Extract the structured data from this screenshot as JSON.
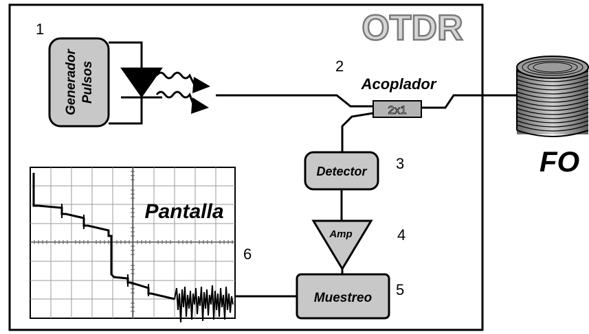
{
  "title": "OTDR",
  "labels": {
    "generator_line1": "Generador",
    "generator_line2": "Pulsos",
    "coupler": "Acoplador",
    "coupler_box": "2x1",
    "detector": "Detector",
    "amp": "Amp",
    "sampling": "Muestreo",
    "screen": "Pantalla",
    "fiber": "FO"
  },
  "numbers": {
    "n1": "1",
    "n2": "2",
    "n3": "3",
    "n4": "4",
    "n5": "5",
    "n6": "6"
  },
  "colors": {
    "block_fill": "#c8c8c8",
    "stroke": "#000000",
    "title_fill": "#d4d4d4",
    "fiber_fill": "#8a8a8a"
  }
}
